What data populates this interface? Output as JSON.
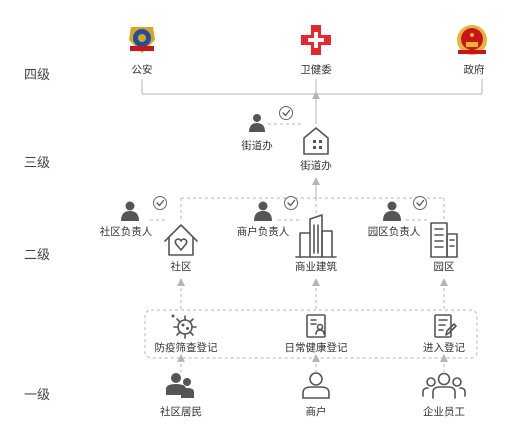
{
  "levels": {
    "level4": "四级",
    "level3": "三级",
    "level2": "二级",
    "level1": "一级"
  },
  "level4_nodes": {
    "police": "公安",
    "health": "卫健委",
    "government": "政府"
  },
  "level3_nodes": {
    "street_office": "街道办",
    "street_office_person": "街道办"
  },
  "level2_nodes": {
    "community": "社区",
    "community_head": "社区负责人",
    "commercial": "商业建筑",
    "merchant_head": "商户负责人",
    "park": "园区",
    "park_head": "园区负责人"
  },
  "level1_actions": {
    "epidemic_register": "防疫筛查登记",
    "daily_health_register": "日常健康登记",
    "entry_register": "进入登记"
  },
  "level1_people": {
    "residents": "社区居民",
    "merchants": "商户",
    "employees": "企业员工"
  },
  "colors": {
    "police_blue": "#1f4fa0",
    "police_gold": "#d9a520",
    "health_red": "#e8262d",
    "gov_red": "#c8161d",
    "gov_gold": "#e5b735",
    "icon_gray": "#555555",
    "line_gray": "#b5b5b5"
  }
}
